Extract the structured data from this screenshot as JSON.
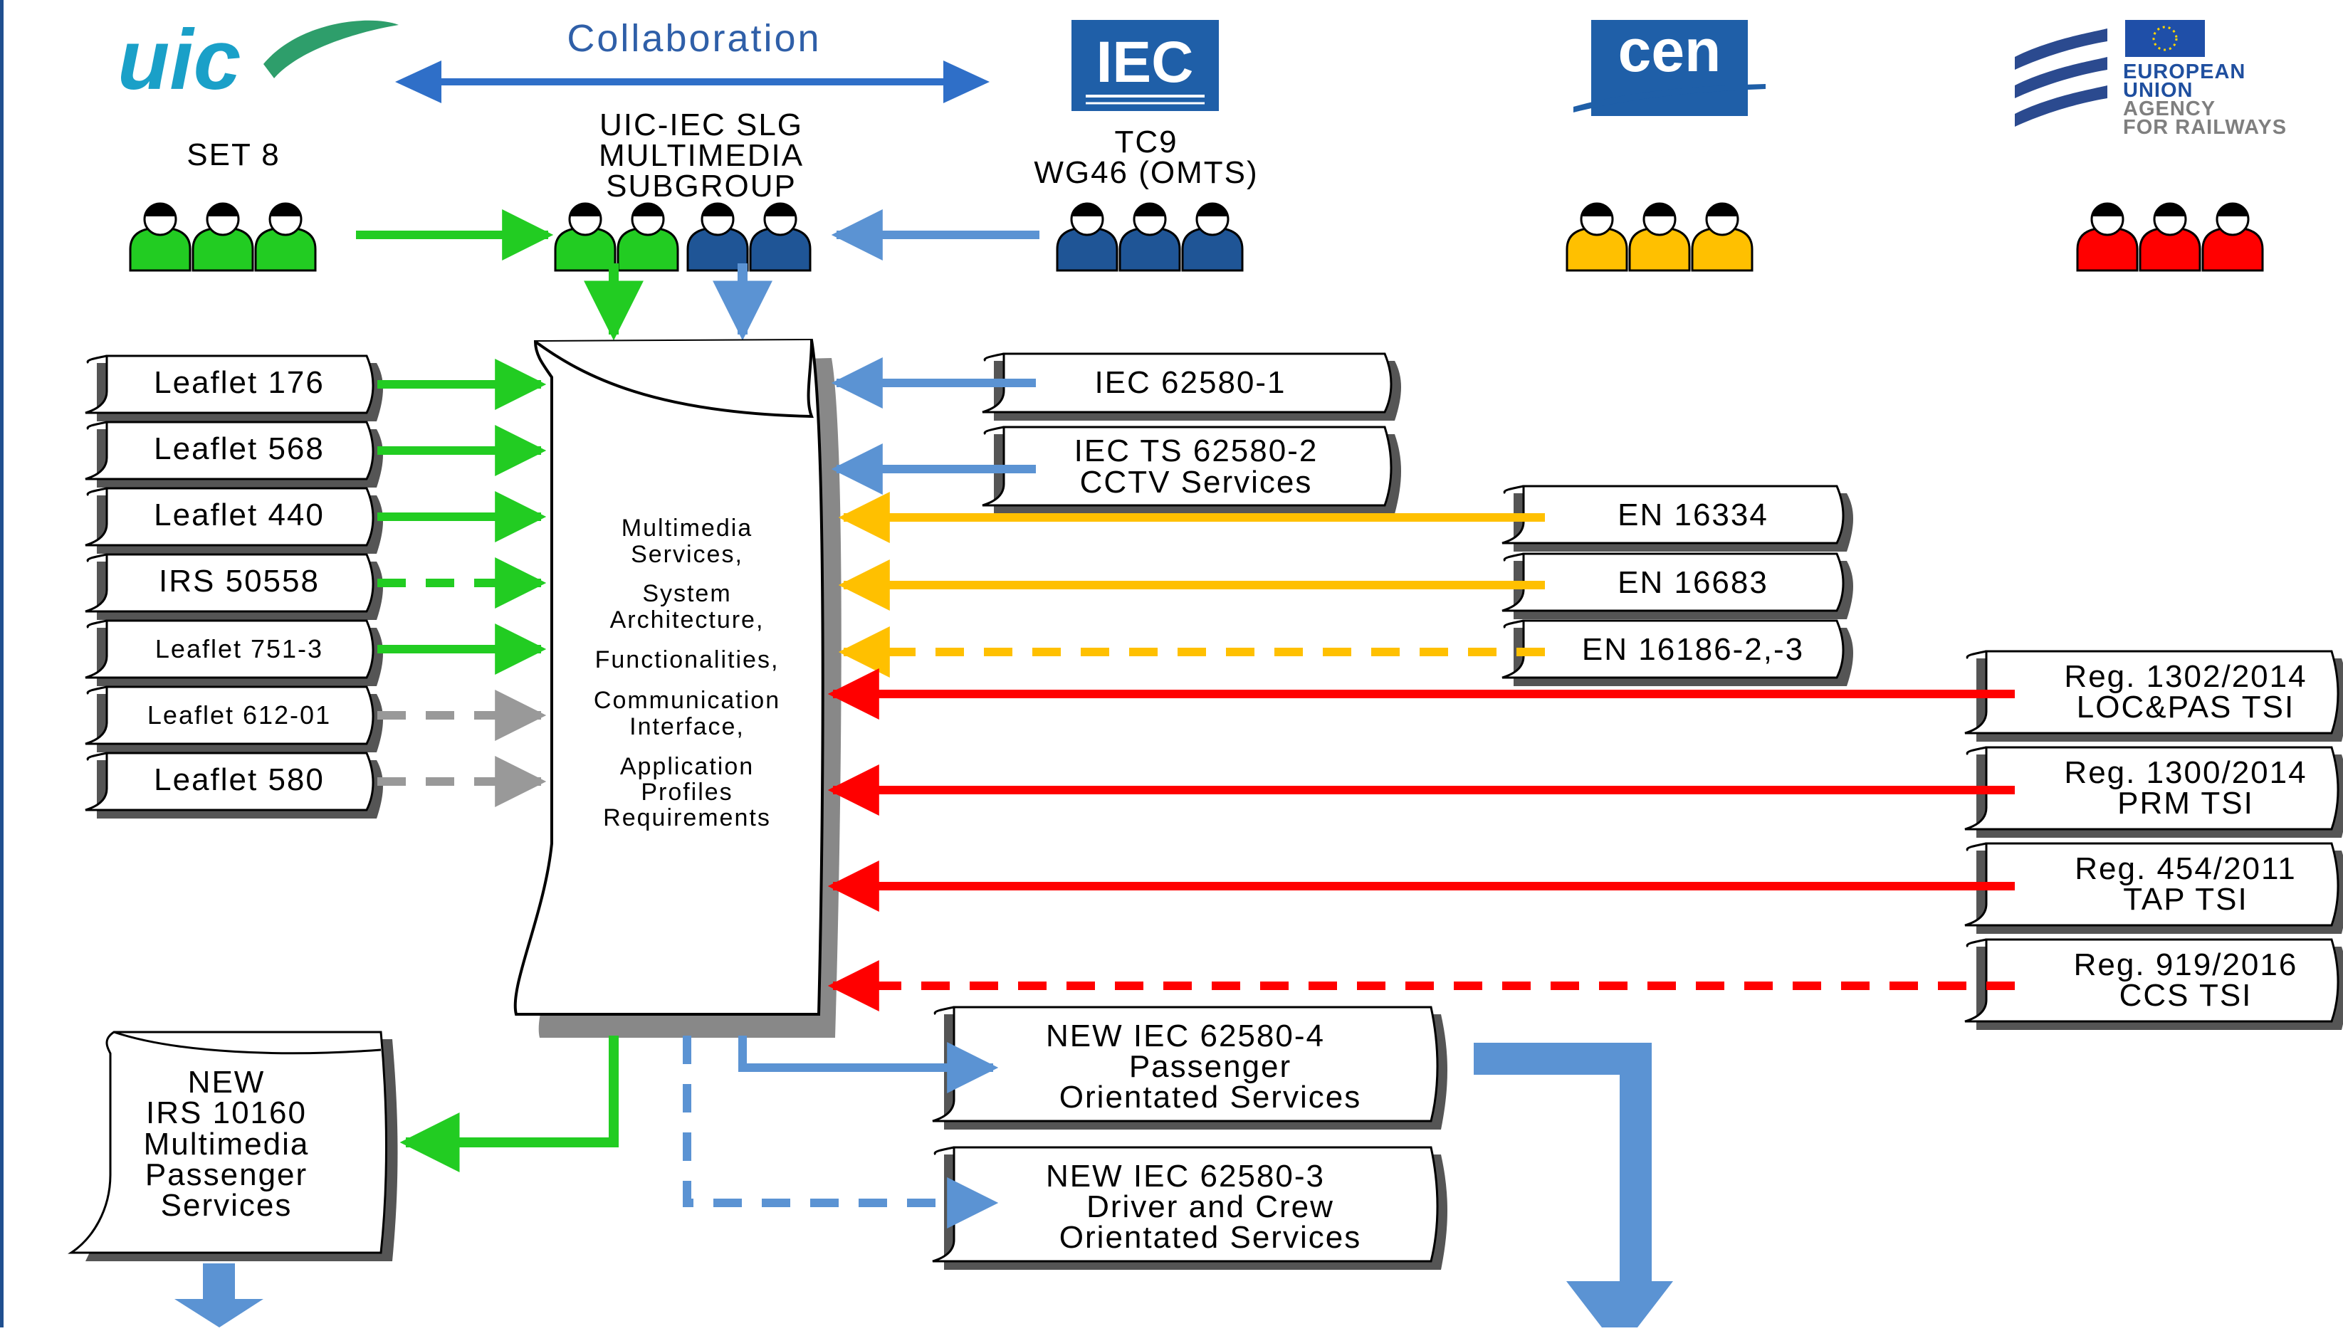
{
  "colors": {
    "green": "#22cc22",
    "blue": "#5b93d3",
    "dark_blue": "#1f5596",
    "yellow": "#ffc000",
    "red": "#ff0000",
    "grey": "#999999"
  },
  "header": {
    "uic_logo": "uic",
    "collaboration": "Collaboration",
    "iec_logo": "IEC",
    "cen_logo": "cen",
    "era_logo": [
      "EUROPEAN",
      "UNION",
      "AGENCY",
      "FOR RAILWAYS"
    ]
  },
  "groups": {
    "set8": "SET 8",
    "slg": [
      "UIC-IEC SLG",
      "MULTIMEDIA",
      "SUBGROUP"
    ],
    "tc9": [
      "TC9",
      "WG46 (OMTS)"
    ]
  },
  "center": {
    "lines": [
      "Multimedia",
      "Services,",
      "System",
      "Architecture,",
      "Functionalities,",
      "Communication",
      "Interface,",
      "Application",
      "Profiles",
      "Requirements"
    ]
  },
  "left_docs": [
    {
      "label": "Leaflet 176",
      "arrow_color": "green",
      "dashed": false
    },
    {
      "label": "Leaflet 568",
      "arrow_color": "green",
      "dashed": false
    },
    {
      "label": "Leaflet 440",
      "arrow_color": "green",
      "dashed": false
    },
    {
      "label": "IRS 50558",
      "arrow_color": "green",
      "dashed": true
    },
    {
      "label": "Leaflet 751-3",
      "arrow_color": "green",
      "dashed": false
    },
    {
      "label": "Leaflet 612-01",
      "arrow_color": "grey",
      "dashed": true
    },
    {
      "label": "Leaflet 580",
      "arrow_color": "grey",
      "dashed": true
    }
  ],
  "iec_docs": [
    {
      "lines": [
        "IEC 62580-1"
      ]
    },
    {
      "lines": [
        "IEC TS 62580-2",
        "CCTV Services"
      ]
    }
  ],
  "en_docs": [
    {
      "label": "EN 16334",
      "dashed": false
    },
    {
      "label": "EN 16683",
      "dashed": false
    },
    {
      "label": "EN 16186-2,-3",
      "dashed": true
    }
  ],
  "tsi_docs": [
    {
      "lines": [
        "Reg. 1302/2014",
        "LOC&PAS TSI"
      ],
      "dashed": false
    },
    {
      "lines": [
        "Reg. 1300/2014",
        "PRM TSI"
      ],
      "dashed": false
    },
    {
      "lines": [
        "Reg. 454/2011",
        "TAP TSI"
      ],
      "dashed": false
    },
    {
      "lines": [
        "Reg. 919/2016",
        "CCS TSI"
      ],
      "dashed": true
    }
  ],
  "outputs": {
    "irs": [
      "NEW",
      "IRS 10160",
      "Multimedia",
      "Passenger",
      "Services"
    ],
    "iec4": [
      "NEW IEC 62580-4",
      "Passenger",
      "Orientated Services"
    ],
    "iec3": [
      "NEW IEC 62580-3",
      "Driver and Crew",
      "Orientated Services"
    ]
  }
}
